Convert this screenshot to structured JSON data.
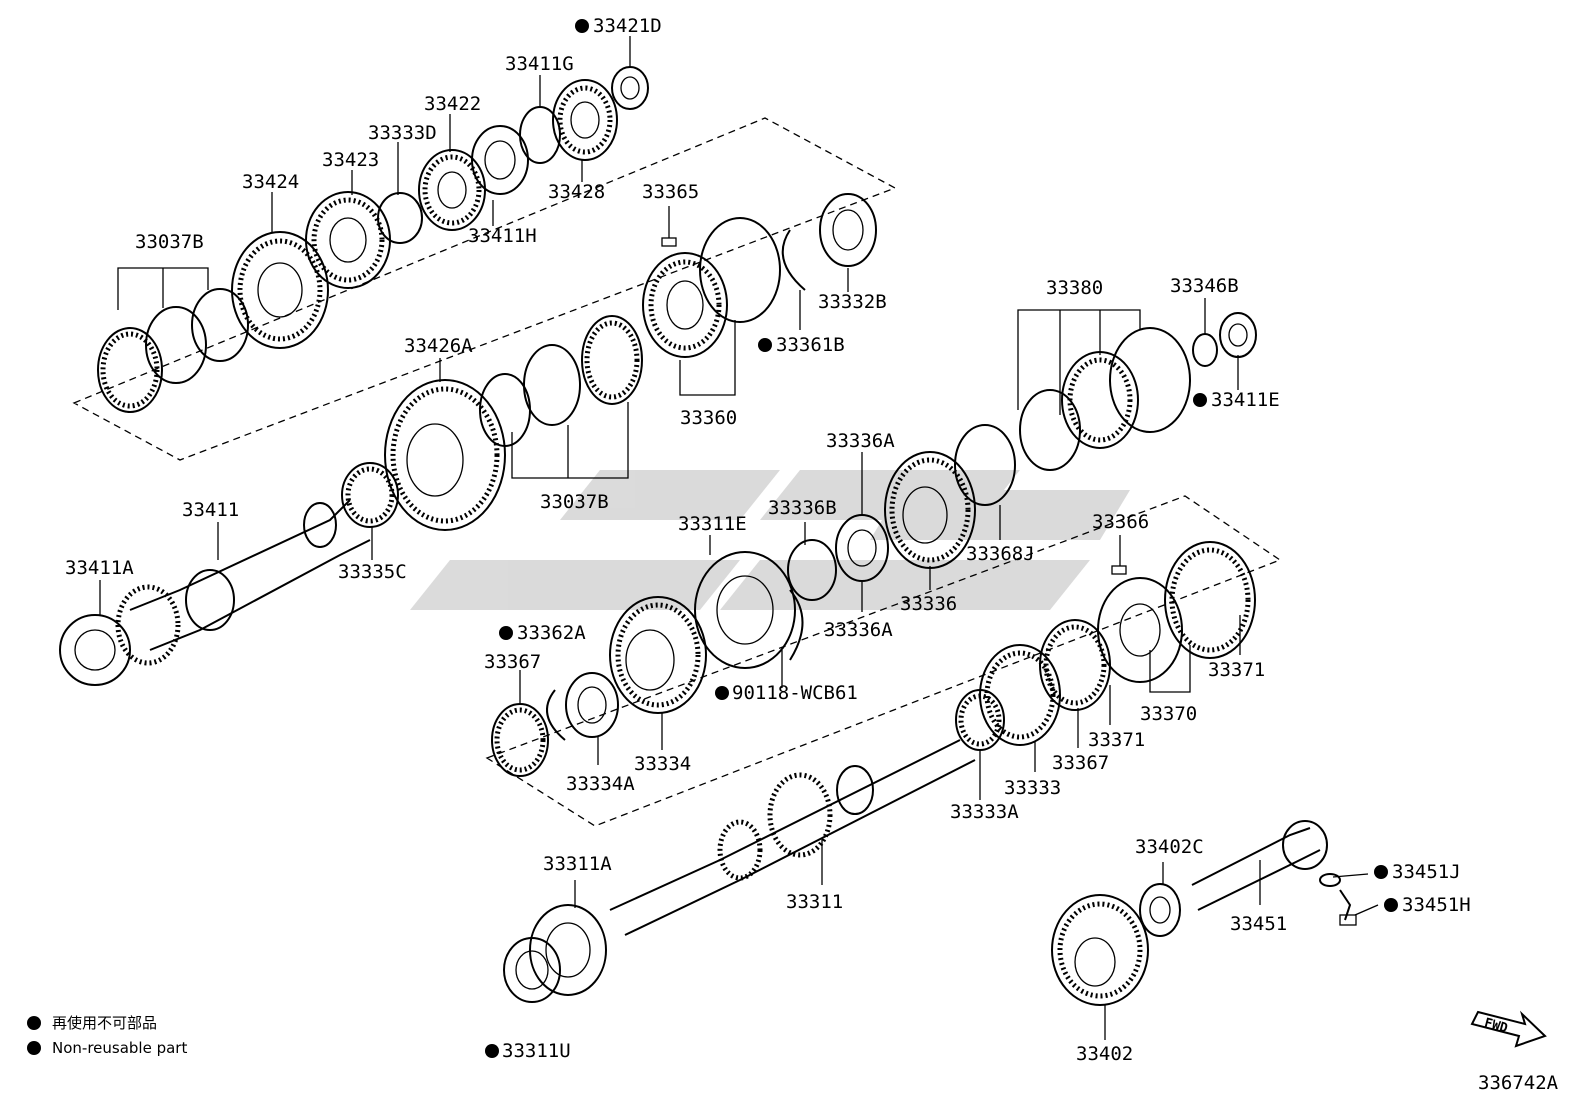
{
  "labels": {
    "l33421D": "33421D",
    "l33411G": "33411G",
    "l33422": "33422",
    "l33333D": "33333D",
    "l33423": "33423",
    "l33424": "33424",
    "l33037B_top": "33037B",
    "l33428": "33428",
    "l33411H": "33411H",
    "l33365": "33365",
    "l33332B": "33332B",
    "l33361B": "33361B",
    "l33360": "33360",
    "l33426A": "33426A",
    "l33037B_mid": "33037B",
    "l33411": "33411",
    "l33411A": "33411A",
    "l33335C": "33335C",
    "l33380": "33380",
    "l33346B": "33346B",
    "l33411E": "33411E",
    "l33336A_top": "33336A",
    "l33336B": "33336B",
    "l33311E": "33311E",
    "l33368J": "33368J",
    "l33336": "33336",
    "l33336A_bot": "33336A",
    "l90118": "90118-WCB61",
    "l33362A": "33362A",
    "l33367_left": "33367",
    "l33334": "33334",
    "l33334A": "33334A",
    "l33366": "33366",
    "l33371_right": "33371",
    "l33370": "33370",
    "l33371_mid": "33371",
    "l33367_mid": "33367",
    "l33333": "33333",
    "l33333A": "33333A",
    "l33311A": "33311A",
    "l33311": "33311",
    "l33311U": "33311U",
    "l33402C": "33402C",
    "l33451J": "33451J",
    "l33451H": "33451H",
    "l33451": "33451",
    "l33402": "33402"
  },
  "legend": {
    "jp": "再使用不可部品",
    "en": "Non-reusable part"
  },
  "fwd": "FWD",
  "ref_code": "336742A"
}
